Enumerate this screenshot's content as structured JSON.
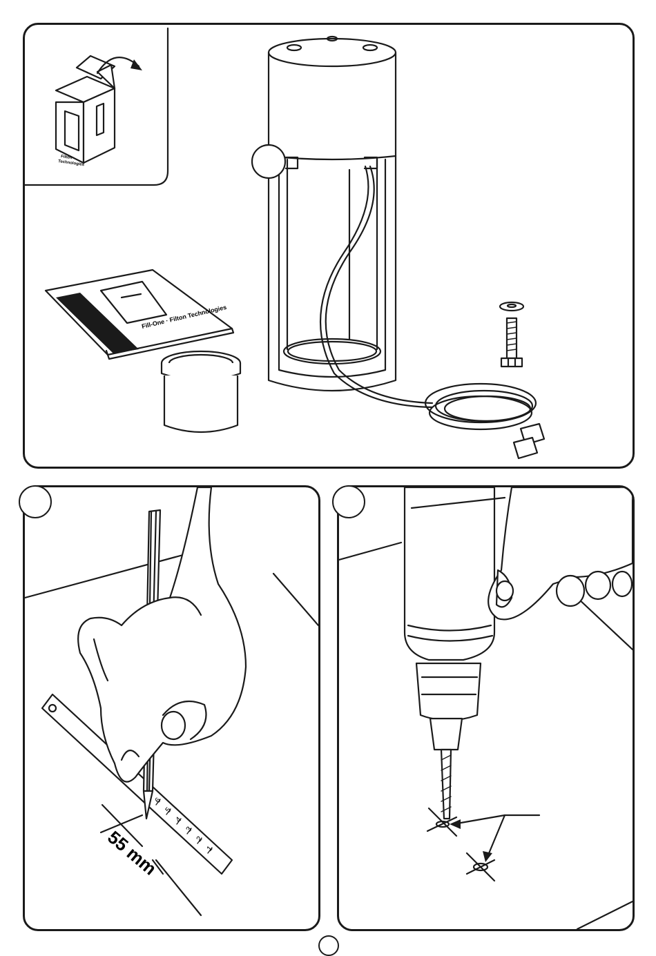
{
  "box": {
    "brand_line1": "Filton",
    "brand_line2": "Technologies"
  },
  "manual": {
    "cover_band_text": "Fill-One",
    "cover_title": "Fill-One · Filton Technologies"
  },
  "measure": {
    "label": "55 mm",
    "ruler_numbers": [
      "6",
      "5",
      "4",
      "3",
      "2",
      "1"
    ]
  },
  "colors": {
    "line": "#1a1a1a",
    "paper": "#ffffff"
  }
}
